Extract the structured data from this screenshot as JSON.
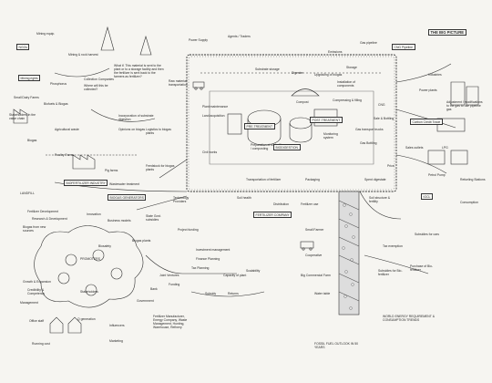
{
  "title": "THE BIG PICTURE",
  "footer": {
    "outlook": "WORLD ENERGY REQUIREMENT & CONSUMPTION TRENDS",
    "fuel": "FOSSIL FUEL OUTLOOK IN 50 YEARS"
  },
  "left": {
    "ngos": "NGOs",
    "mining_equipment": "Mining equip.",
    "mining": "Mining & rock harvest",
    "mining_rights": "Mining rights",
    "phosphorus": "Phosphorus",
    "collection": "Collection Companies",
    "collection_q": "Where will this be collected?",
    "small_dairy": "Small Dairy Farms",
    "biofuel": "Biofuels & Biogas",
    "agri_waste": "Agricultural waste",
    "stakeholders": "Stakeholders in the value chain",
    "landfill": "LANDFILL",
    "poultry": "Poultry Farms",
    "biogas": "Biogas",
    "incorporation": "Incorporation of substrate digestion",
    "opinions": "Opinions on biogas",
    "logistics": "Logistics to biogas plants",
    "feedstock": "Feedstock for biogas plants",
    "pig_farms": "Pig farms",
    "wastewater": "Wastewater treatment",
    "industry": "BIOFERTILIZER INDUSTRY",
    "producers": "BIOGAS GENERATORS",
    "research": "Research & Development",
    "biogas_new": "Biogas from new sources",
    "fertilizer_dev": "Fertilizer Development",
    "promoters": "PROMOTERS",
    "innovation": "Innovation",
    "business_models": "Business models",
    "biosafety": "Biosafety",
    "growth": "Growth & Expansion",
    "competency": "Credibility & Competency",
    "management": "Management",
    "office": "Office staff",
    "stakeholder_circle": "Stakeholders",
    "q_generation": "Q generation",
    "running_cost": "Running cost",
    "marketing": "Marketing",
    "influencers": "Influencers",
    "joint_ventures": "Joint Ventures",
    "funding": "Funding"
  },
  "center": {
    "question": "What if. This material is sent to the plant or to a storage facility and then the fertilizer is sent back to the farmers as fertilizer?",
    "power_supply": "Power Supply",
    "agents": "Agents / Traders",
    "raw_material": "Raw material transportation",
    "substrate_storage": "Substrate storage",
    "digester": "Digester",
    "plant_maintenance": "Plant maintenance",
    "civil_works": "Civil works",
    "land_acquisition": "Land acquisition",
    "compost": "Compost",
    "preparation": "Preparation of biofertilizer / composting",
    "pretreatment": "PRE-TREATMENT",
    "biodigestion": "BIODIGESTION",
    "post_treatment": "POST-TREATMENT",
    "packaging": "Packaging",
    "transportation": "Transportation of fertilizer",
    "monitoring": "Monitoring system",
    "fertilizer_company": "FERTILIZER COMPANY",
    "technology": "Technology Providers",
    "state_govt": "State Govt. subsidies",
    "biogas_plants": "Biogas plants",
    "project_funding": "Project funding",
    "investment": "Investment management",
    "finance": "Finance Planning",
    "tax": "Tax Planning",
    "capacity": "Capacity of plant",
    "scalability": "Scalability",
    "government": "Government",
    "bank": "Bank",
    "ministries": "Fertilizer Manufacturer, Energy Company, Waste Management, Hunting, Warehouse, Refinery",
    "returns": "Returns",
    "subsidy": "Subsidy",
    "small_farmer": "Small Farmer",
    "cooperative": "Cooperative",
    "big_farmer": "Big Commercial Farm",
    "fertilizer_use": "Fertilizer use",
    "soil_health": "Soil health",
    "distribution": "Distribution",
    "water": "Water table"
  },
  "right": {
    "gas_pipeline": "Gas pipeline",
    "cng_pipeline": "CNG Pipeline",
    "emissions": "Emissions",
    "storage": "Storage",
    "upgrading": "Upgrading of biogas",
    "installation": "Installation of components",
    "compressing": "Compressing & filling",
    "gas_transport": "Gas transport trucks",
    "cng": "CNG",
    "power_plant": "Power plants",
    "industries": "Industries",
    "carbon_credit": "Carbon Credit Trade",
    "sale_bottling": "Sale & Bottling",
    "gas_bottling": "Gas Bottling",
    "sales_outlet": "Sales outlets",
    "lpg": "LPG",
    "refueling": "Refueling Stations",
    "petrol_pump": "Petrol Pump",
    "adjustment": "Adjustment / modifications to the gas to use pipeline gas",
    "price": "Price",
    "ioc": "IOCL",
    "consumption": "Consumption",
    "tax_exemption": "Tax exemption",
    "subsidies_bio": "Subsidies for Bio-fertilizer",
    "subsidies_car": "Subsidies for cars",
    "purchase": "Purchase of Bio-fertilizer",
    "spent_digestate": "Spent digestate",
    "soil_structure": "Soil structure & fertility"
  }
}
